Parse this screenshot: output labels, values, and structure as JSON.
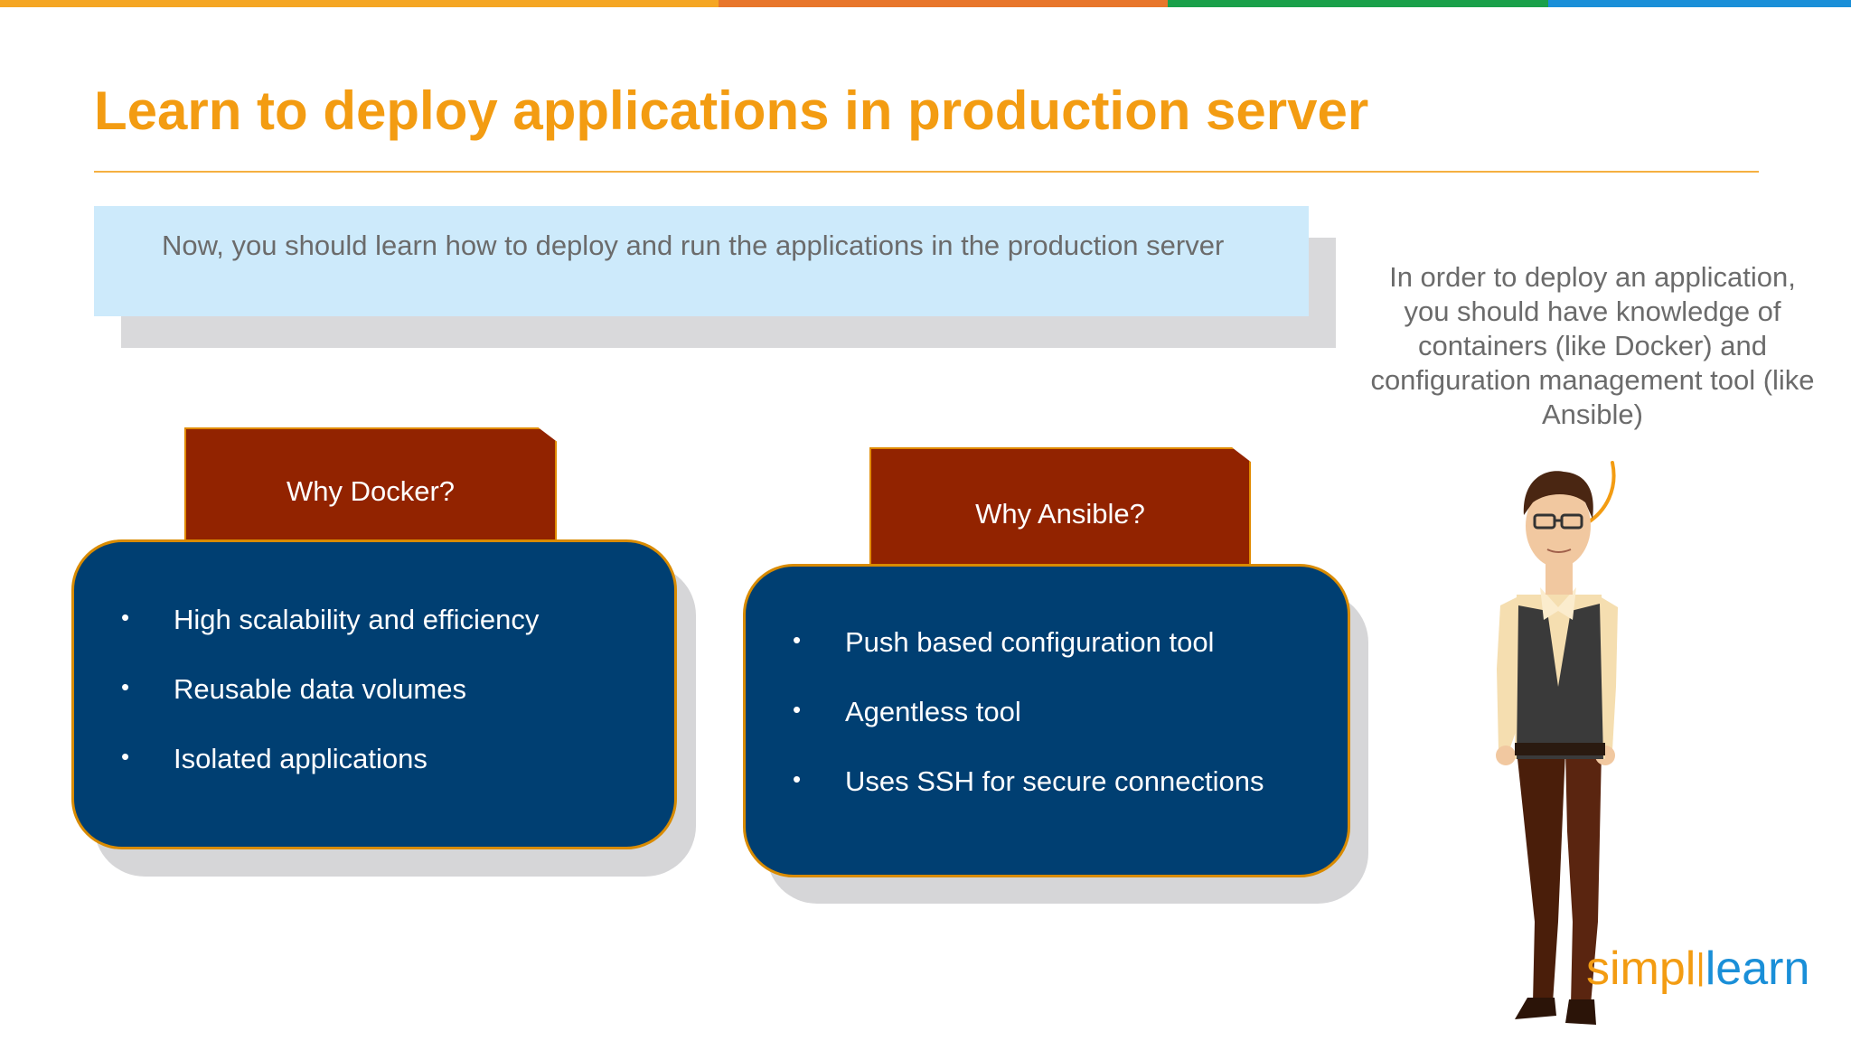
{
  "colors": {
    "topbar": [
      "#f5a623",
      "#e8762b",
      "#1aa04a",
      "#1a8fd8"
    ],
    "title": "#f39c12",
    "tab": "#922300",
    "panel": "#003f72",
    "panel_border": "#d98b00",
    "intro_bg": "#cdeafb"
  },
  "slide": {
    "title": "Learn to deploy applications in production server",
    "intro": "Now, you should learn how to deploy and run the applications in the production server",
    "side_note": "In order to deploy an application, you should have knowledge of containers (like Docker) and configuration management tool (like Ansible)"
  },
  "docker": {
    "tab_label": "Why Docker?",
    "items": [
      "High scalability and efficiency",
      "Reusable data volumes",
      "Isolated applications"
    ]
  },
  "ansible": {
    "tab_label": "Why Ansible?",
    "items": [
      "Push based configuration tool",
      "Agentless tool",
      "Uses SSH for secure connections"
    ]
  },
  "logo": {
    "part1": "simpl",
    "part2": "learn"
  },
  "icons": [
    "presenter-character-icon",
    "speech-arc-icon"
  ]
}
